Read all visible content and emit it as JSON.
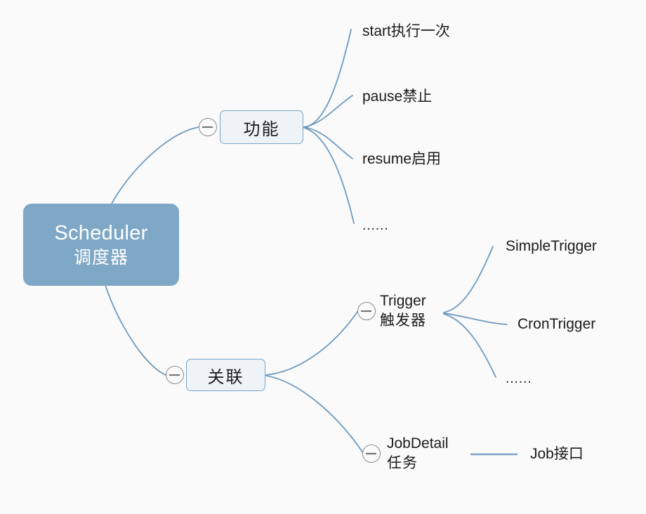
{
  "diagram": {
    "type": "mind-map",
    "background_color": "#fafafa",
    "root": {
      "line1": "Scheduler",
      "line2": "调度器",
      "fill_color": "#7fa8c6",
      "text_color": "#ffffff"
    },
    "edge_color": "#6f9bc0",
    "node_border_color": "#7ba3c6",
    "node_fill_color": "#eef3f8",
    "toggle_icon": "minus-circle-icon",
    "branches": [
      {
        "label": "功能",
        "collapsed": false,
        "children": [
          {
            "label": "start执行一次"
          },
          {
            "label": "pause禁止"
          },
          {
            "label": "resume启用"
          },
          {
            "label": "......"
          }
        ]
      },
      {
        "label": "关联",
        "collapsed": false,
        "children": [
          {
            "line1": "Trigger",
            "line2": "触发器",
            "children": [
              {
                "label": "SimpleTrigger"
              },
              {
                "label": "CronTrigger"
              },
              {
                "label": "......"
              }
            ]
          },
          {
            "line1": "JobDetail",
            "line2": "任务",
            "children": [
              {
                "label": "Job接口"
              }
            ]
          }
        ]
      }
    ]
  }
}
